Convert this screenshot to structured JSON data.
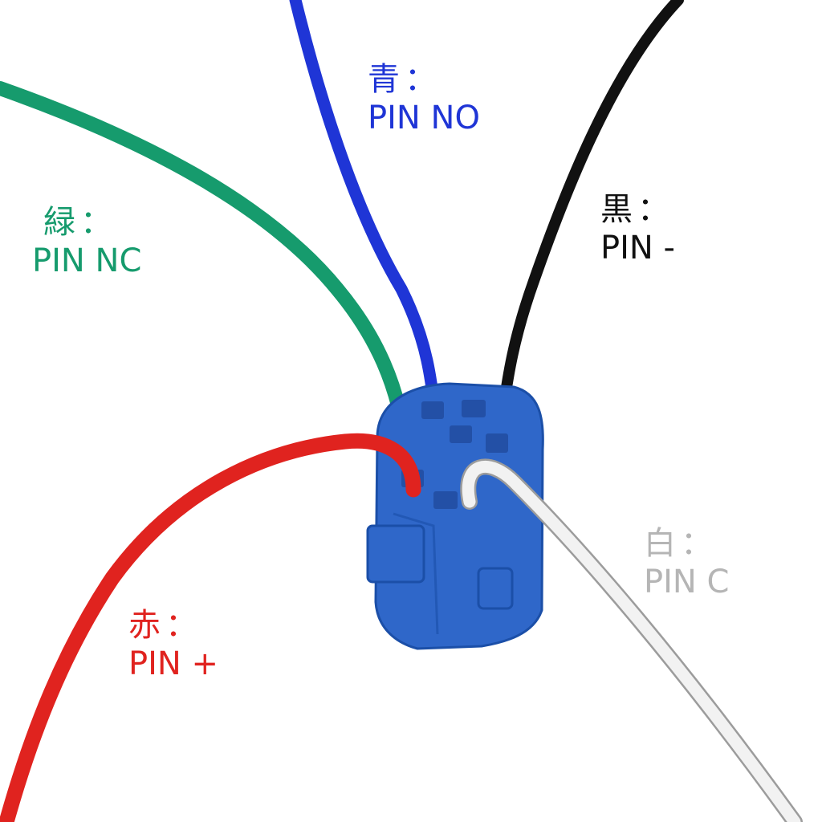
{
  "colors": {
    "green": "#169b6d",
    "blue": "#1f35d6",
    "black": "#111111",
    "white_wire": "#f2f2f2",
    "white_label": "#b5b5b5",
    "red": "#e0231f",
    "connector": "#2f67c9"
  },
  "wires": [
    {
      "id": "blue",
      "color_key": "blue",
      "kanji": "青：",
      "pin": "PIN NO"
    },
    {
      "id": "black",
      "color_key": "black",
      "kanji": "黒：",
      "pin": "PIN -"
    },
    {
      "id": "green",
      "color_key": "green",
      "kanji": "緑：",
      "pin": "PIN NC"
    },
    {
      "id": "white",
      "color_key": "white_label",
      "kanji": "白：",
      "pin": "PIN C"
    },
    {
      "id": "red",
      "color_key": "red",
      "kanji": "赤：",
      "pin": "PIN +"
    }
  ]
}
